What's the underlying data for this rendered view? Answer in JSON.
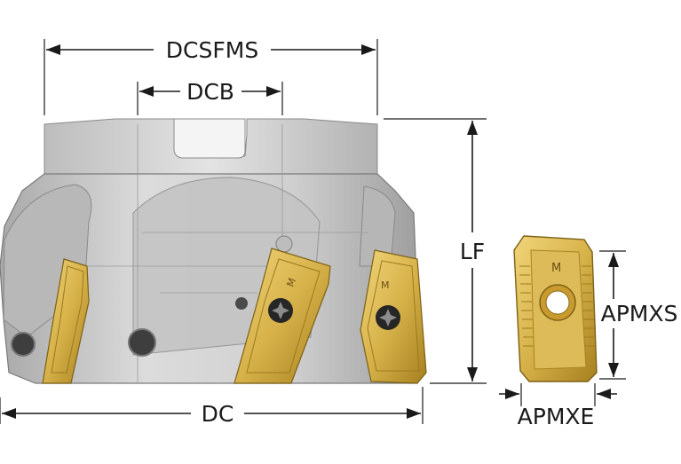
{
  "diagram": {
    "dimensions": {
      "dcsfms": "DCSFMS",
      "dcb": "DCB",
      "lf": "LF",
      "dc": "DC",
      "apmxs": "APMXS",
      "apmxe": "APMXE"
    },
    "insert_mark": "M",
    "colors": {
      "body_light": "#d9d9d9",
      "body_mid": "#b9b9b9",
      "body_dark": "#8e8e8e",
      "insert_gold": "#d7b24a",
      "insert_dark": "#9c7a1e",
      "line": "#1a1a1a"
    }
  }
}
